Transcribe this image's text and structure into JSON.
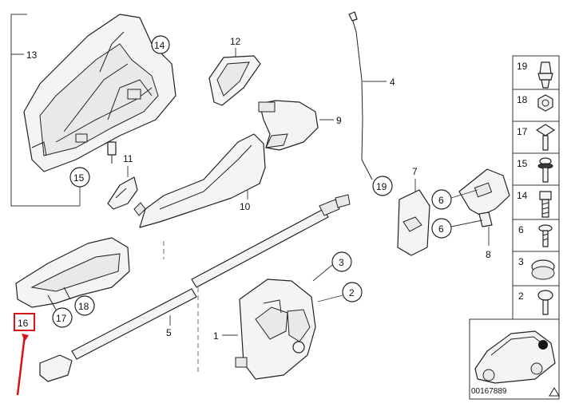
{
  "diagram": {
    "diagram_number": "00167889",
    "callouts": {
      "c1": "1",
      "c2": "2",
      "c3": "3",
      "c4": "4",
      "c5": "5",
      "c6a": "6",
      "c6b": "6",
      "c7": "7",
      "c8": "8",
      "c9": "9",
      "c10": "10",
      "c11": "11",
      "c12": "12",
      "c13": "13",
      "c14": "14",
      "c15": "15",
      "c16": "16",
      "c17": "17",
      "c18": "18",
      "c19": "19"
    },
    "side_legend": [
      "19",
      "18",
      "17",
      "15",
      "14",
      "6",
      "3",
      "2"
    ]
  },
  "colors": {
    "highlight": "#d8141a",
    "line": "#222222",
    "car_marker": "#111111"
  }
}
